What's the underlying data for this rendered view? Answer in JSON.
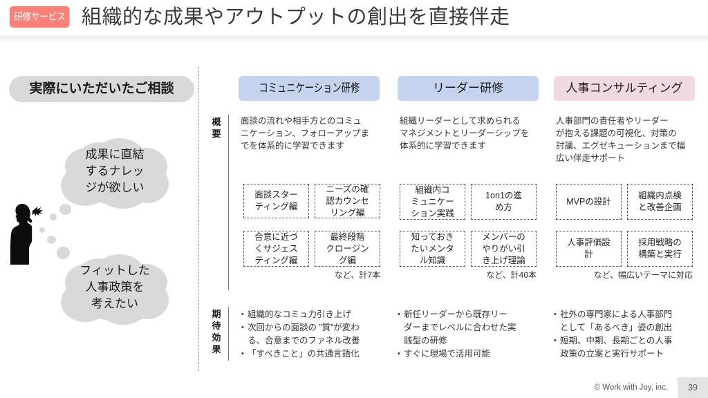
{
  "header": {
    "badge_label": "研修サービス",
    "title": "組織的な成果やアウトプットの創出を直接伴走",
    "badge_color": "#fa8078"
  },
  "left_panel": {
    "pill_label": "実際にいただいたご相談",
    "persona_icon": "thinking-person-silhouette",
    "bubbles": [
      {
        "text": "成果に直結\nするナレッ\nジが欲しい"
      },
      {
        "text": "フィットした\n人事政策を\n考えたい"
      }
    ]
  },
  "rows": {
    "overview_label": "概要",
    "effect_label": "期待効果"
  },
  "columns": [
    {
      "header": "コミュニケーション研修",
      "header_color": "#c5d3ee",
      "description": "面談の流れや相手方とのコミュ\nニケーション、フォローアップま\nでを体系的に学習できます",
      "topics": [
        "面談スター\nティング編",
        "ニーズの確\n認カウンセ\nリング編",
        "合意に近づ\nくサジェス\nティング編",
        "最終段階\nクロージン\nグ編"
      ],
      "topic_note": "など、計7本",
      "effects": [
        "組織的なコミュ力引き上げ",
        "次回からの面談の ”質”が変わ\nる、合意までのファネル改善",
        "「すべきこと」の共通言語化"
      ]
    },
    {
      "header": "リーダー研修",
      "header_color": "#c5d3ee",
      "description": "組織リーダーとして求められる\nマネジメントとリーダーシップを\n体系的に学習できます",
      "topics": [
        "組織内コ\nミュニケー\nション実践",
        "1on1の進\nめ方",
        "知っておき\nたいメンタ\nル知識",
        "メンバーの\nやりがい引\nき上げ理論"
      ],
      "topic_note": "など、計40本",
      "effects": [
        "新任リーダーから既存リー\nダーまでレベルに合わせた実\n践型の研修",
        "すぐに現場で活用可能"
      ]
    },
    {
      "header": "人事コンサルティング",
      "header_color": "#f0d9e2",
      "description": "人事部門の責任者やリーダー\nが抱える課題の可視化、対策の\n討議、エグゼキューションまで幅\n広い伴走サポート",
      "topics": [
        "MVPの設計",
        "組織内点検\nと改善企画",
        "人事評価設\n計",
        "採用戦略の\n構築と実行"
      ],
      "topic_note": "など、幅広いテーマに対応",
      "effects": [
        "社外の専門家による人事部門\nとして「あるべき」姿の創出",
        "短期、中期、長期ごとの人事\n政策の立案と実行サポート"
      ]
    }
  ],
  "footer": {
    "copyright": "© Work with Joy, inc.",
    "page_number": "39"
  }
}
